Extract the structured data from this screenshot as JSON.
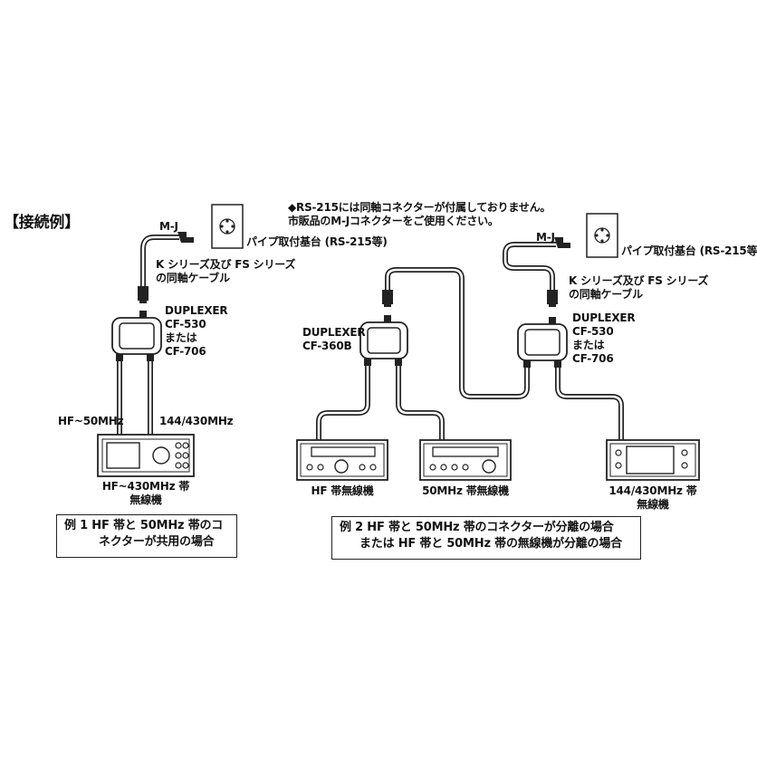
{
  "heading": "【接続例】",
  "notice": {
    "line1": "◆RS-215には同軸コネクターが付属しておりません。",
    "line2": "市販品のM-Jコネクターをご使用ください。"
  },
  "example1": {
    "mj_label": "M-J",
    "pipe_base": "パイプ取付基台 (RS-215等)",
    "cable_line1": "K シリーズ及び FS シリーズ",
    "cable_line2": "の同軸ケーブル",
    "duplexer_line1": "DUPLEXER",
    "duplexer_line2": "CF-530",
    "duplexer_line3": "または",
    "duplexer_line4": "CF-706",
    "port_left": "HF~50MHz",
    "port_right": "144/430MHz",
    "radio_line1": "HF~430MHz 帯",
    "radio_line2": "無線機",
    "caption_line1": "例 1  HF 帯と 50MHz 帯のコ",
    "caption_line2": "ネクターが共用の場合"
  },
  "example2": {
    "mj_label": "M-J",
    "pipe_base": "パイプ取付基台 (RS-215等)",
    "cable_line1": "K シリーズ及び FS シリーズ",
    "cable_line2": "の同軸ケーブル",
    "duplexer_left_line1": "DUPLEXER",
    "duplexer_left_line2": "CF-360B",
    "duplexer_right_line1": "DUPLEXER",
    "duplexer_right_line2": "CF-530",
    "duplexer_right_line3": "または",
    "duplexer_right_line4": "CF-706",
    "radio_hf": "HF 帯無線機",
    "radio_50": "50MHz 帯無線機",
    "radio_144_line1": "144/430MHz 帯",
    "radio_144_line2": "無線機",
    "caption_line1": "例 2  HF 帯と 50MHz 帯のコネクターが分離の場合",
    "caption_line2": "または HF 帯と 50MHz 帯の無線機が分離の場合"
  }
}
